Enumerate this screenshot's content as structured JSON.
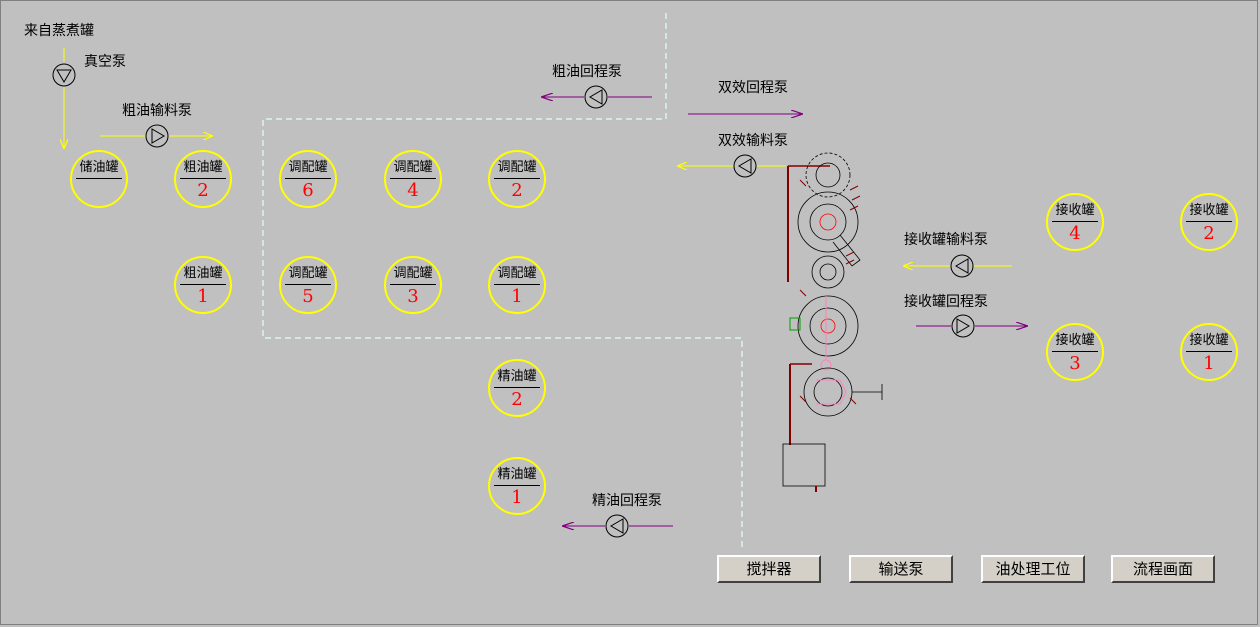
{
  "labels": {
    "from_cooker": "来自蒸煮罐",
    "vacuum_pump": "真空泵",
    "crude_feed_pump": "粗油输料泵",
    "crude_return_pump": "粗油回程泵",
    "double_return_pump": "双效回程泵",
    "double_feed_pump": "双效输料泵",
    "receive_feed_pump": "接收罐输料泵",
    "receive_return_pump": "接收罐回程泵",
    "refined_return_pump": "精油回程泵"
  },
  "tanks": {
    "storage": {
      "name": "储油罐",
      "num": ""
    },
    "crude2": {
      "name": "粗油罐",
      "num": "2"
    },
    "crude1": {
      "name": "粗油罐",
      "num": "1"
    },
    "blend6": {
      "name": "调配罐",
      "num": "6"
    },
    "blend4": {
      "name": "调配罐",
      "num": "4"
    },
    "blend2": {
      "name": "调配罐",
      "num": "2"
    },
    "blend5": {
      "name": "调配罐",
      "num": "5"
    },
    "blend3": {
      "name": "调配罐",
      "num": "3"
    },
    "blend1": {
      "name": "调配罐",
      "num": "1"
    },
    "refined2": {
      "name": "精油罐",
      "num": "2"
    },
    "refined1": {
      "name": "精油罐",
      "num": "1"
    },
    "recv4": {
      "name": "接收罐",
      "num": "4"
    },
    "recv2": {
      "name": "接收罐",
      "num": "2"
    },
    "recv3": {
      "name": "接收罐",
      "num": "3"
    },
    "recv1": {
      "name": "接收罐",
      "num": "1"
    }
  },
  "buttons": {
    "mixer": "搅拌器",
    "conveyor_pump": "输送泵",
    "oil_station": "油处理工位",
    "flow_screen": "流程画面"
  },
  "colors": {
    "background": "#c0c0c0",
    "tank_border": "#ffff00",
    "tank_number": "#ff0000",
    "feed_line": "#ffff00",
    "return_line": "#800080",
    "dashed_boundary": "#e0ffff"
  },
  "icons": [
    "pump-icon",
    "arrow-icon",
    "evaporator-equipment-icon"
  ]
}
